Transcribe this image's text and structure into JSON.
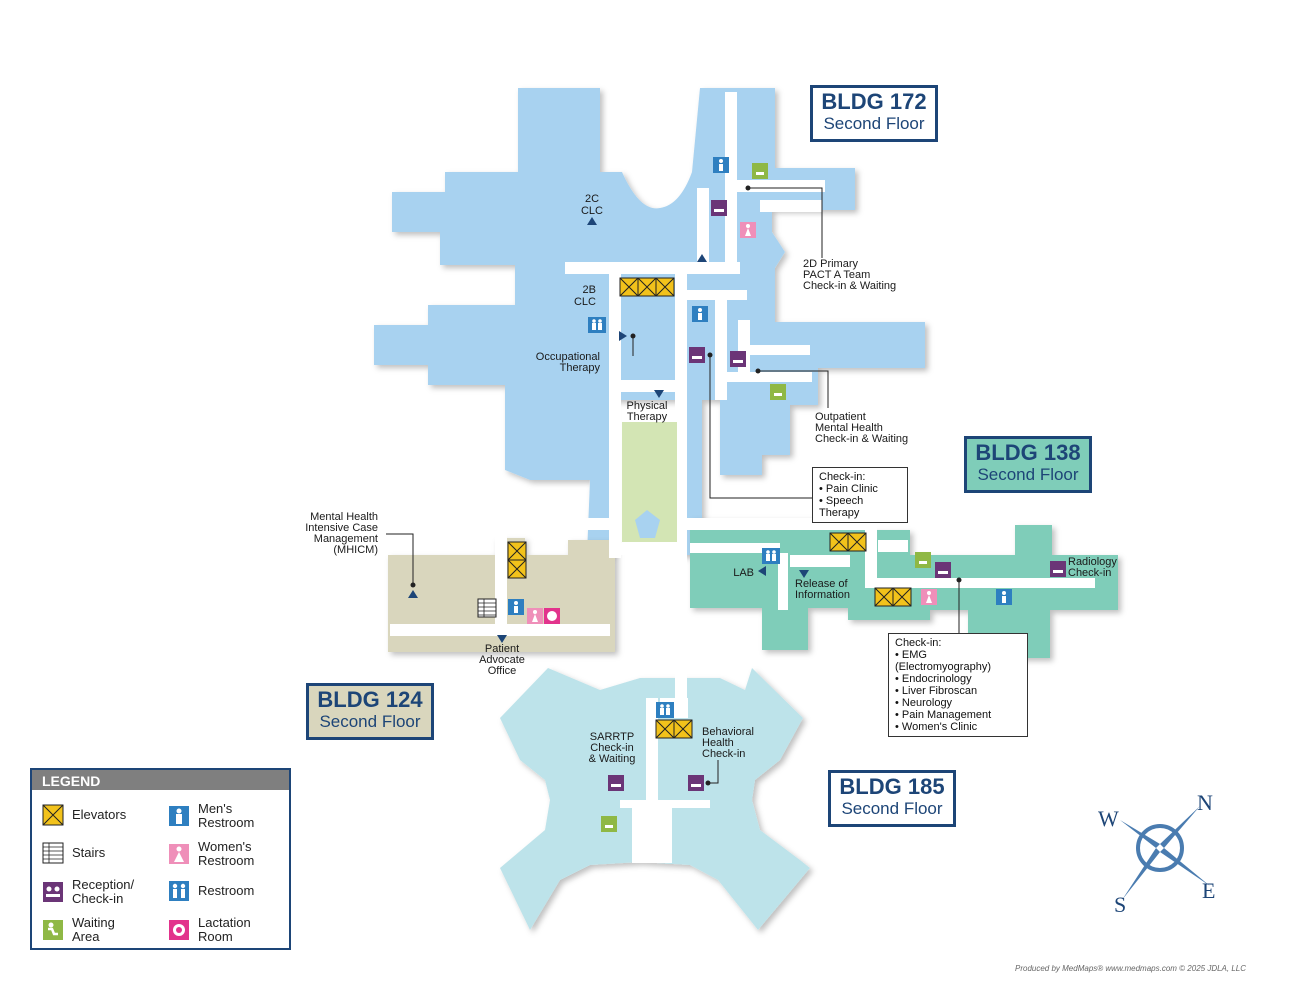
{
  "buildings": [
    {
      "id": "172",
      "number": "BLDG 172",
      "floor": "Second Floor"
    },
    {
      "id": "138",
      "number": "BLDG 138",
      "floor": "Second Floor"
    },
    {
      "id": "124",
      "number": "BLDG 124",
      "floor": "Second Floor"
    },
    {
      "id": "185",
      "number": "BLDG 185",
      "floor": "Second Floor"
    }
  ],
  "labels": {
    "clc_2c": [
      "2C",
      "CLC"
    ],
    "clc_2b": [
      "2B",
      "CLC"
    ],
    "occupational": [
      "Occupational",
      "Therapy"
    ],
    "physical": [
      "Physical",
      "Therapy"
    ],
    "primary_2d": [
      "2D Primary",
      "PACT A Team",
      "Check-in & Waiting"
    ],
    "outpatient_mh": [
      "Outpatient",
      "Mental Health",
      "Check-in & Waiting"
    ],
    "mhicm": [
      "Mental Health",
      "Intensive Case",
      "Management",
      "(MHICM)"
    ],
    "patient_advocate": [
      "Patient",
      "Advocate",
      "Office"
    ],
    "lab": "LAB",
    "release_info": [
      "Release of",
      "Information"
    ],
    "radiology": [
      "Radiology",
      "Check-in"
    ],
    "sarrtp": [
      "SARRTP",
      "Check-in",
      "& Waiting"
    ],
    "behavioral": [
      "Behavioral",
      "Health",
      "Check-in"
    ]
  },
  "checkin_pain": {
    "title": "Check-in:",
    "items": [
      "Pain Clinic",
      "Speech Therapy"
    ]
  },
  "checkin_138": {
    "title": "Check-in:",
    "items": [
      "EMG (Electromyography)",
      "Endocrinology",
      "Liver Fibroscan",
      "Neurology",
      "Pain Management",
      "Women's Clinic"
    ]
  },
  "legend": {
    "title": "LEGEND",
    "items": [
      {
        "label": [
          "Elevators"
        ],
        "icon": "elevator-icon"
      },
      {
        "label": [
          "Stairs"
        ],
        "icon": "stairs-icon"
      },
      {
        "label": [
          "Reception/",
          "Check-in"
        ],
        "icon": "reception-icon"
      },
      {
        "label": [
          "Waiting",
          "Area"
        ],
        "icon": "waiting-icon"
      },
      {
        "label": [
          "Men's",
          "Restroom"
        ],
        "icon": "mens-restroom-icon"
      },
      {
        "label": [
          "Women's",
          "Restroom"
        ],
        "icon": "womens-restroom-icon"
      },
      {
        "label": [
          "Restroom"
        ],
        "icon": "restroom-icon"
      },
      {
        "label": [
          "Lactation",
          "Room"
        ],
        "icon": "lactation-icon"
      }
    ]
  },
  "compass": {
    "n": "N",
    "e": "E",
    "s": "S",
    "w": "W"
  },
  "credit": "Produced by MedMaps® www.medmaps.com  © 2025 JDLA, LLC",
  "colors": {
    "bldg172": "#a8d2f0",
    "bldg138": "#7fcdb9",
    "bldg124": "#d9d6bd",
    "bldg185": "#bde3ea",
    "corridor": "#ffffff",
    "courtyard": "#d3e5b4",
    "label_border": "#1d4577",
    "elevator": "#f2c21b",
    "reception": "#6b3577",
    "waiting": "#8fb845",
    "mens": "#2e7fc0",
    "womens": "#ef8fb9",
    "lactation": "#e2338c"
  }
}
